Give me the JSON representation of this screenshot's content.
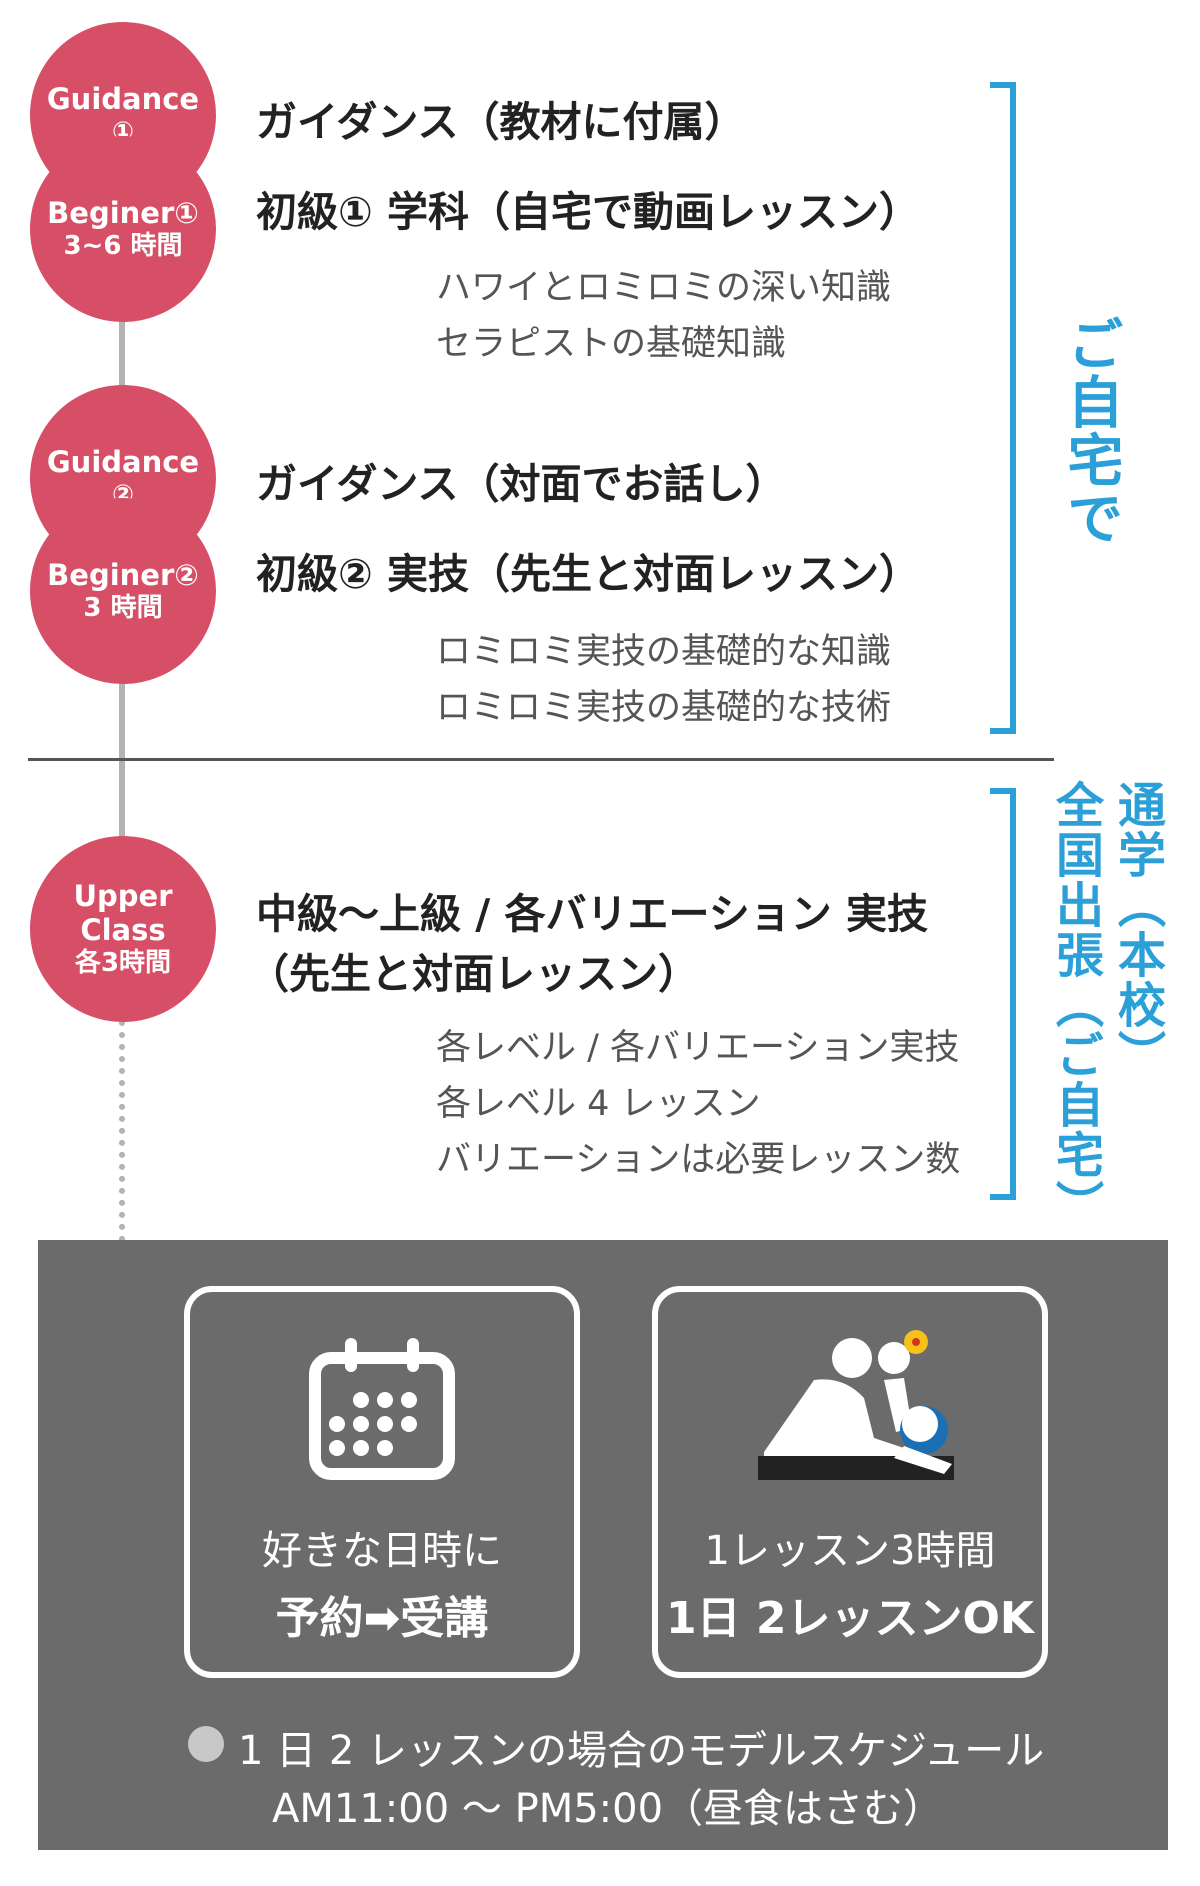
{
  "steps": {
    "guidance1": {
      "title": "Guidance",
      "num": "①"
    },
    "beginner1": {
      "title": "Beginer①",
      "hours": "3~6 時間"
    },
    "guidance2": {
      "title": "Guidance",
      "num": "②"
    },
    "beginner2": {
      "title": "Beginer②",
      "hours": "3 時間"
    },
    "upper": {
      "line1": "Upper",
      "line2": "Class",
      "hours": "各3時間"
    }
  },
  "home_section": {
    "guidance1_text": "ガイダンス（教材に付属）",
    "beginner1_text": "初級① 学科（自宅で動画レッスン）",
    "beginner1_details": [
      "ハワイとロミロミの深い知識",
      "セラピストの基礎知識"
    ],
    "guidance2_text": "ガイダンス（対面でお話し）",
    "beginner2_text": "初級② 実技（先生と対面レッスン）",
    "beginner2_details": [
      "ロミロミ実技の基礎的な知識",
      "ロミロミ実技の基礎的な技術"
    ],
    "bracket_label": "ご自宅で"
  },
  "school_section": {
    "upper_text_line1": "中級〜上級 / 各バリエーション 実技",
    "upper_text_line2": "（先生と対面レッスン）",
    "upper_details": [
      "各レベル / 各バリエーション実技",
      "各レベル 4 レッスン",
      "バリエーションは必要レッスン数"
    ],
    "bracket_label_1": "通学（本校）",
    "bracket_label_2": "全国出張（ご自宅）"
  },
  "panel": {
    "box1_line1": "好きな日時に",
    "box1_line2": "予約➡受講",
    "box2_line1": "1レッスン3時間",
    "box2_line2": "1日 2レッスンOK",
    "schedule_line1": "1 日 2 レッスンの場合のモデルスケジュール",
    "schedule_line2": "AM11:00 〜 PM5:00（昼食はさむ）"
  },
  "colors": {
    "accent_pink": "#d64f67",
    "accent_blue": "#2b9fd8",
    "panel_gray": "#6b6b6b",
    "timeline_gray": "#b3b3b3"
  },
  "icons": [
    "calendar-icon",
    "massage-icon",
    "hibiscus-icon",
    "bullet-icon"
  ]
}
